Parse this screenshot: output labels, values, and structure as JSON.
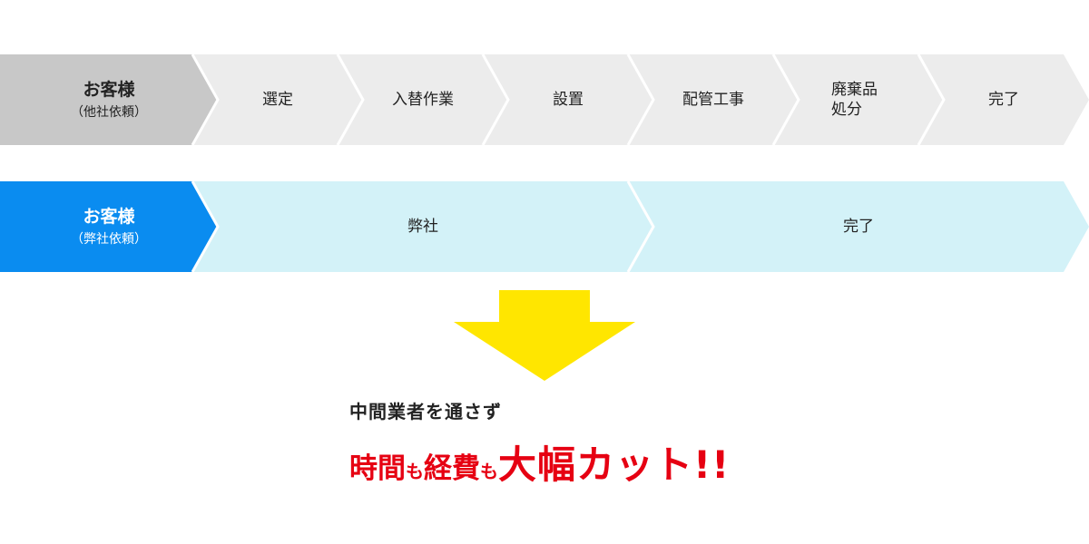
{
  "colors": {
    "gray_head": "#c8c8c8",
    "gray_step": "#ececec",
    "blue_head": "#0a8cf0",
    "blue_step": "#d3f2f8",
    "arrow": "#ffe600",
    "accent_red": "#e60012"
  },
  "row1": {
    "head": {
      "title": "お客様",
      "sub": "（他社依頼）"
    },
    "steps": [
      {
        "label": "選定"
      },
      {
        "label": "入替作業"
      },
      {
        "label": "設置"
      },
      {
        "label": "配管工事"
      },
      {
        "label": "廃棄品",
        "label2": "処分"
      },
      {
        "label": "完了"
      }
    ]
  },
  "row2": {
    "head": {
      "title": "お客様",
      "sub": "（弊社依頼）"
    },
    "steps": [
      {
        "label": "弊社"
      },
      {
        "label": "完了"
      }
    ]
  },
  "down_arrow": {
    "icon": "down-arrow-icon"
  },
  "caption": {
    "line1": "中間業者を通さず",
    "part1": "時間",
    "part2": "も",
    "part3": "経費",
    "part4": "も",
    "part5": "大幅カット!!"
  }
}
